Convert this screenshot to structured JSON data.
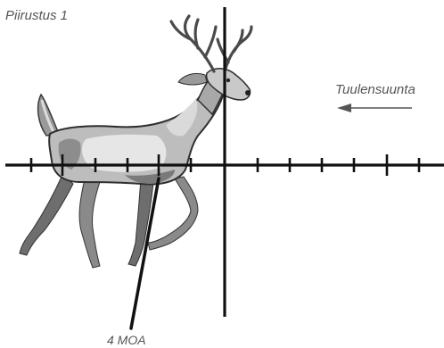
{
  "figure": {
    "title": "Piirustus 1",
    "wind_label": "Tuulensuunta",
    "moa_label": "4 MOA"
  },
  "colors": {
    "reticle": "#111111",
    "label_text": "#555555",
    "deer_dark": "#3a3a3a",
    "deer_mid": "#8c8c8c",
    "deer_light": "#d9d9d9"
  },
  "icons": {
    "wind_arrow": "arrow-left-icon",
    "deer": "deer-illustration"
  }
}
